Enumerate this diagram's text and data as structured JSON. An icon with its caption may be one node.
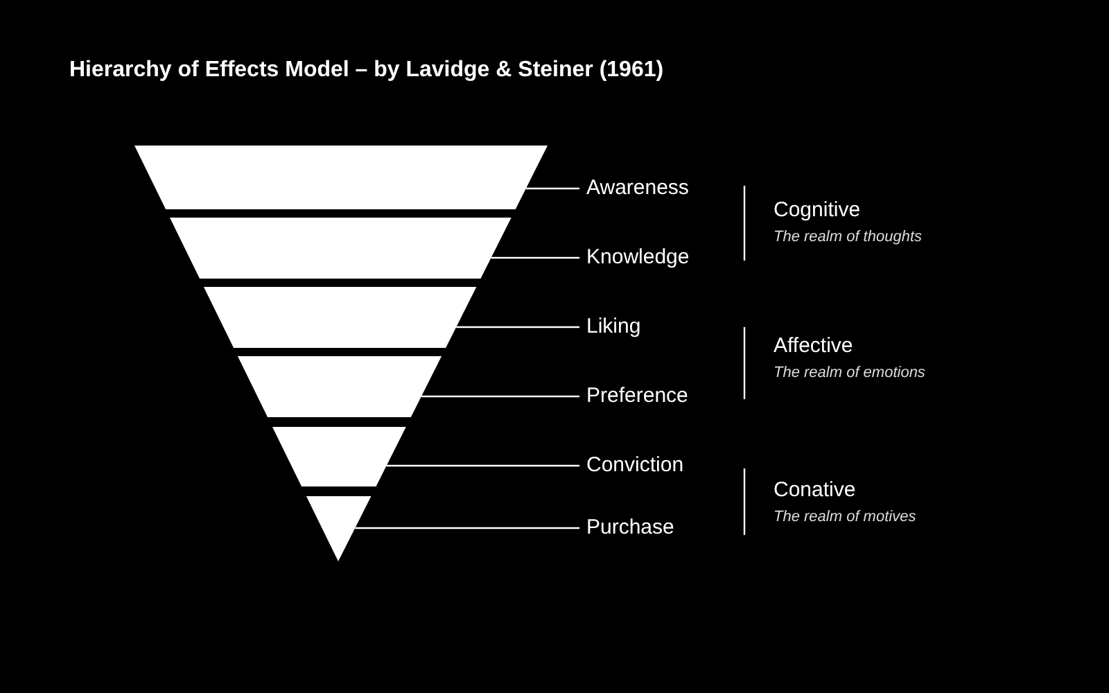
{
  "diagram": {
    "title": "Hierarchy of Effects Model – by Lavidge & Steiner (1961)",
    "nodes": [
      {
        "text": [],
        "shape": "trapezoid"
      },
      {
        "text": [],
        "shape": "trapezoid"
      },
      {
        "text": [],
        "shape": "trapezoid"
      },
      {
        "text": [],
        "shape": "trapezoid"
      },
      {
        "text": [],
        "shape": "trapezoid"
      },
      {
        "text": [],
        "shape": "triangle"
      },
      {
        "text": [
          "Awareness"
        ]
      },
      {
        "text": [
          "Knowledge"
        ]
      },
      {
        "text": [
          "Liking"
        ]
      },
      {
        "text": [
          "Preference"
        ]
      },
      {
        "text": [
          "Conviction"
        ]
      },
      {
        "text": [
          "Purchase"
        ]
      }
    ],
    "edges": [
      {
        "from": 6,
        "to": 0,
        "arrow": "none"
      },
      {
        "from": 7,
        "to": 1,
        "arrow": "none"
      },
      {
        "from": 8,
        "to": 2,
        "arrow": "none"
      },
      {
        "from": 9,
        "to": 3,
        "arrow": "none"
      },
      {
        "from": 10,
        "to": 4,
        "arrow": "none"
      },
      {
        "from": 11,
        "to": 5,
        "arrow": "none"
      }
    ],
    "labels": [
      "Cognitive",
      "The realm of thoughts",
      "Affective",
      "The realm of emotions",
      "Conative",
      "The realm of motives"
    ]
  }
}
